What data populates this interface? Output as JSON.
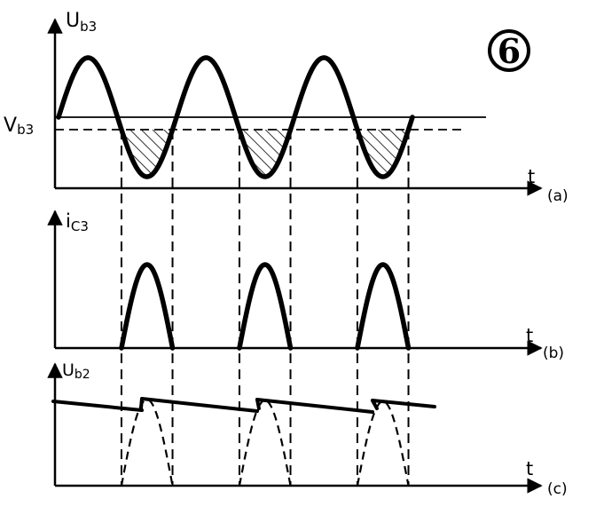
{
  "figure_number": "6",
  "panel_a": {
    "y_axis_label_main": "U",
    "y_axis_label_sub": "b3",
    "bias_label_main": "V",
    "bias_label_sub": "b3",
    "x_axis_label": "t",
    "panel_tag": "(a)"
  },
  "panel_b": {
    "y_axis_label_main": "i",
    "y_axis_label_sub": "C3",
    "x_axis_label": "t",
    "panel_tag": "(b)"
  },
  "panel_c": {
    "y_axis_label_main": "U",
    "y_axis_label_sub": "b2",
    "x_axis_label": "t",
    "panel_tag": "(c)"
  },
  "colors": {
    "ink": "#000000",
    "paper": "#ffffff"
  }
}
